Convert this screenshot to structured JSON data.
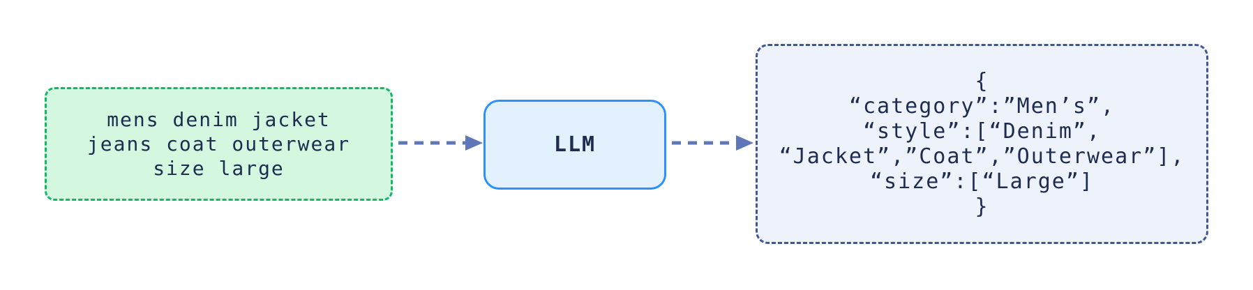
{
  "colors": {
    "background": "#ffffff",
    "text": "#1d2c50",
    "input-fill": "#d3f7df",
    "input-border": "#12b76a",
    "llm-fill": "#e3f0fd",
    "llm-border": "#2e90fa",
    "output-fill": "#eef2fa",
    "output-border": "#3e5796",
    "arrow": "#5e77b8"
  },
  "input_box": {
    "lines": [
      "mens denim jacket",
      "jeans coat outerwear",
      "size large"
    ]
  },
  "llm_box": {
    "label": "LLM"
  },
  "output_box": {
    "lines": [
      "{",
      "“category”:”Men’s”,",
      "“style”:[“Denim”,",
      "“Jacket”,”Coat”,”Outerwear”],",
      "“size”:[“Large”]",
      "}"
    ]
  }
}
